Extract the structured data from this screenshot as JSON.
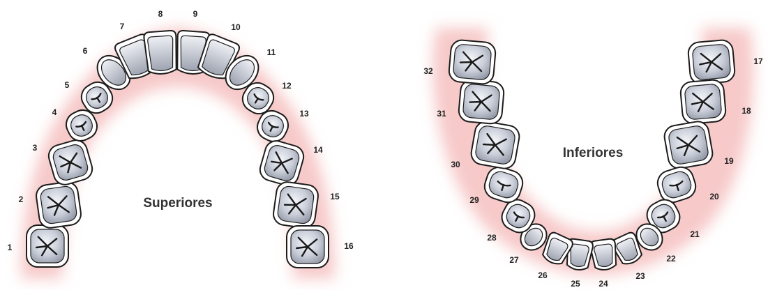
{
  "upper": {
    "label": "Superiores",
    "teeth": [
      {
        "number": "1",
        "kind": "molar"
      },
      {
        "number": "2",
        "kind": "molar"
      },
      {
        "number": "3",
        "kind": "molar"
      },
      {
        "number": "4",
        "kind": "premolar"
      },
      {
        "number": "5",
        "kind": "premolar"
      },
      {
        "number": "6",
        "kind": "canine"
      },
      {
        "number": "7",
        "kind": "incisor"
      },
      {
        "number": "8",
        "kind": "incisor"
      },
      {
        "number": "9",
        "kind": "incisor"
      },
      {
        "number": "10",
        "kind": "incisor"
      },
      {
        "number": "11",
        "kind": "canine"
      },
      {
        "number": "12",
        "kind": "premolar"
      },
      {
        "number": "13",
        "kind": "premolar"
      },
      {
        "number": "14",
        "kind": "molar"
      },
      {
        "number": "15",
        "kind": "molar"
      },
      {
        "number": "16",
        "kind": "molar"
      }
    ]
  },
  "lower": {
    "label": "Inferiores",
    "teeth": [
      {
        "number": "17",
        "kind": "molar"
      },
      {
        "number": "18",
        "kind": "molar"
      },
      {
        "number": "19",
        "kind": "molar"
      },
      {
        "number": "20",
        "kind": "premolar"
      },
      {
        "number": "21",
        "kind": "premolar"
      },
      {
        "number": "22",
        "kind": "canine"
      },
      {
        "number": "23",
        "kind": "incisor"
      },
      {
        "number": "24",
        "kind": "incisor"
      },
      {
        "number": "25",
        "kind": "incisor"
      },
      {
        "number": "26",
        "kind": "incisor"
      },
      {
        "number": "27",
        "kind": "canine"
      },
      {
        "number": "28",
        "kind": "premolar"
      },
      {
        "number": "29",
        "kind": "premolar"
      },
      {
        "number": "30",
        "kind": "molar"
      },
      {
        "number": "31",
        "kind": "molar"
      },
      {
        "number": "32",
        "kind": "molar"
      }
    ]
  },
  "colors": {
    "gum": "#f7c9c9",
    "tooth_fill": "#d7dbe3",
    "tooth_outline": "#1c1c1c",
    "label_text": "#222222"
  }
}
